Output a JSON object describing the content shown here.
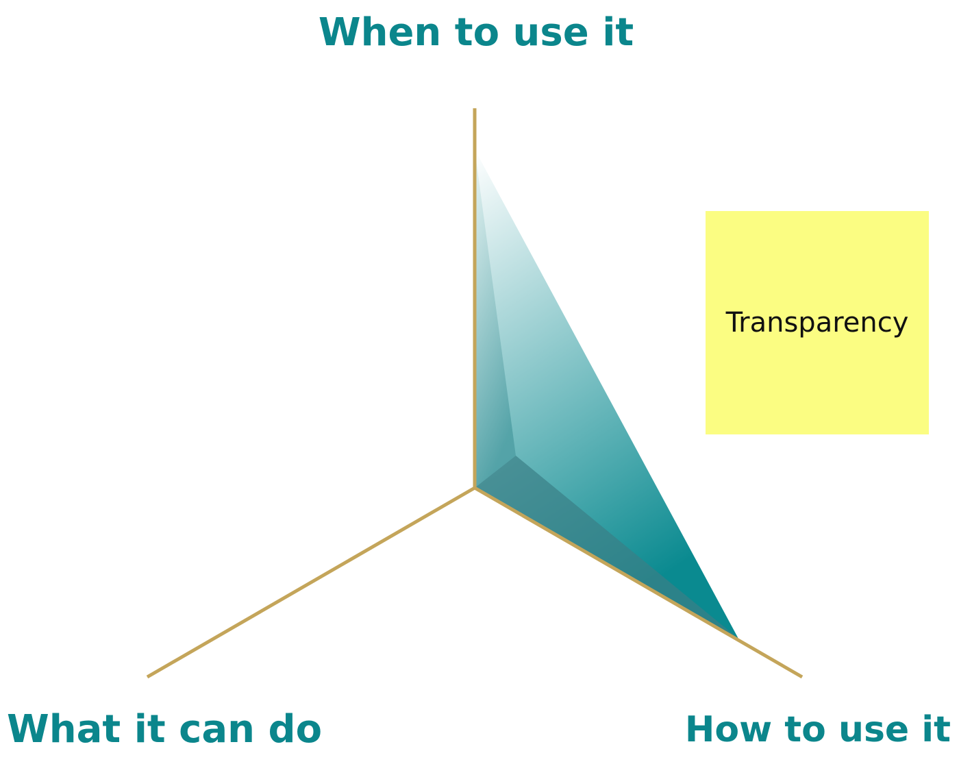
{
  "diagram": {
    "axes": {
      "top": "When to use it",
      "left": "What it can do",
      "right": "How to use it"
    },
    "sticky_note": {
      "text": "Transparency"
    }
  },
  "colors": {
    "axis_title": "#0b868c",
    "axis_line": "#c4a55a",
    "shape_light": "#d6ecea",
    "shape_dark": "#0a8a90",
    "sticky_fill": "#fbfd82",
    "text": "#111111"
  }
}
